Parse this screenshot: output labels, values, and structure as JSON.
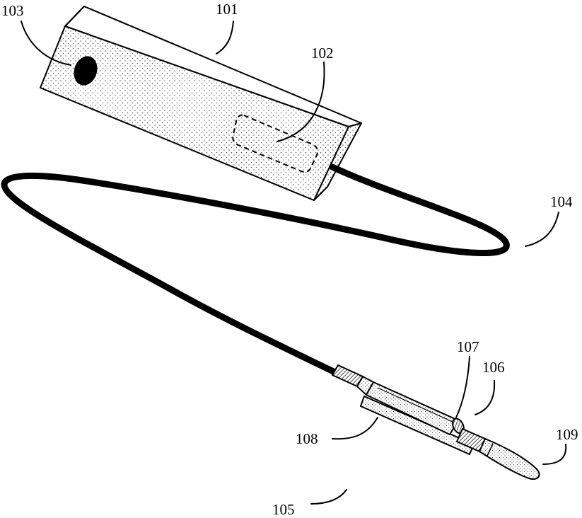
{
  "labels": {
    "l101": "101",
    "l102": "102",
    "l103": "103",
    "l104": "104",
    "l105": "105",
    "l106": "106",
    "l107": "107",
    "l108": "108",
    "l109": "109"
  },
  "colors": {
    "ink": "#000000",
    "paper": "#ffffff",
    "dots": "#555555"
  }
}
